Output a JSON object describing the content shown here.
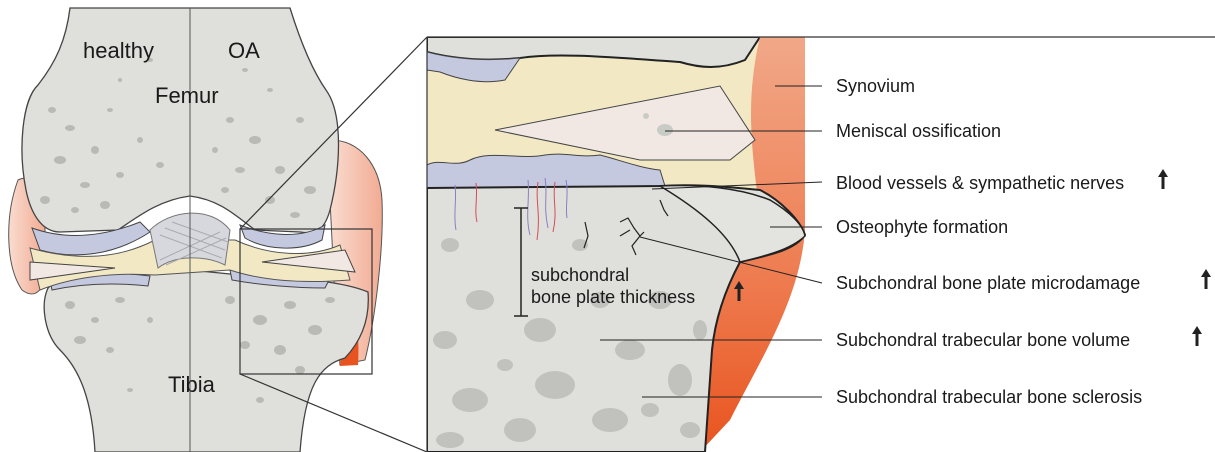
{
  "joint": {
    "healthy_label": "healthy",
    "oa_label": "OA",
    "femur_label": "Femur",
    "tibia_label": "Tibia"
  },
  "detail": {
    "thickness_label_line1": "subchondral",
    "thickness_label_line2": "bone plate thickness"
  },
  "annotations": [
    {
      "text": "Synovium",
      "arrow_up": false
    },
    {
      "text": "Meniscal ossification",
      "arrow_up": false
    },
    {
      "text": "Blood vessels & sympathetic nerves",
      "arrow_up": true
    },
    {
      "text": "Osteophyte formation",
      "arrow_up": false
    },
    {
      "text": "Subchondral bone plate microdamage",
      "arrow_up": true
    },
    {
      "text": "Subchondral trabecular bone volume",
      "arrow_up": true
    },
    {
      "text": "Subchondral trabecular bone sclerosis",
      "arrow_up": false
    }
  ],
  "colors": {
    "bone": "#dfe0dc",
    "bone_pore": "#b9bab5",
    "cartilage": "#c5c9e0",
    "meniscus": "#f1e8e4",
    "synovial_fluid": "#f2e8c4",
    "synovium": "#ee7a4e",
    "synovium_light": "#f4c6b4",
    "osteophyte": "#e3e4e0",
    "vessel_red": "#d34d55",
    "nerve_purple": "#8a7fc0",
    "line": "#333333"
  }
}
